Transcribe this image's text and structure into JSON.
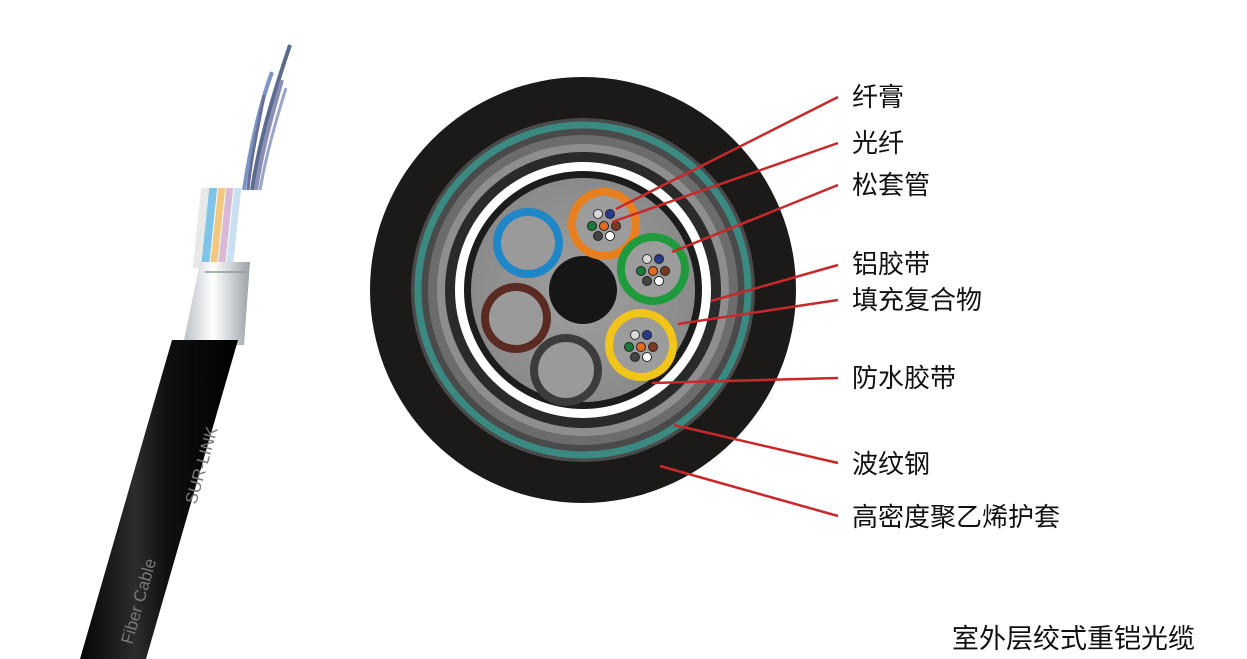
{
  "labels": {
    "fiber_paste": "纤膏",
    "optical_fiber": "光纤",
    "loose_tube": "松套管",
    "aluminum_tape": "铝胶带",
    "filling_compound": "填充复合物",
    "water_blocking_tape": "防水胶带",
    "corrugated_steel": "波纹钢",
    "hdpe_sheath": "高密度聚乙烯护套"
  },
  "caption": "室外层绞式重铠光缆",
  "cable_print": {
    "brand": "SUR-LINK",
    "type": "Fiber Cable"
  },
  "colors": {
    "leader_line": "#c8282a",
    "outer_sheath": "#1b1a19",
    "steel_band": "#3a8a82",
    "tube_blue": "#1f86c8",
    "tube_orange": "#e87f1f",
    "tube_green": "#1f9a3c",
    "tube_yellow": "#f2c51a",
    "tube_brown": "#5b2a22",
    "tube_dark_gray": "#3c3c3c"
  }
}
